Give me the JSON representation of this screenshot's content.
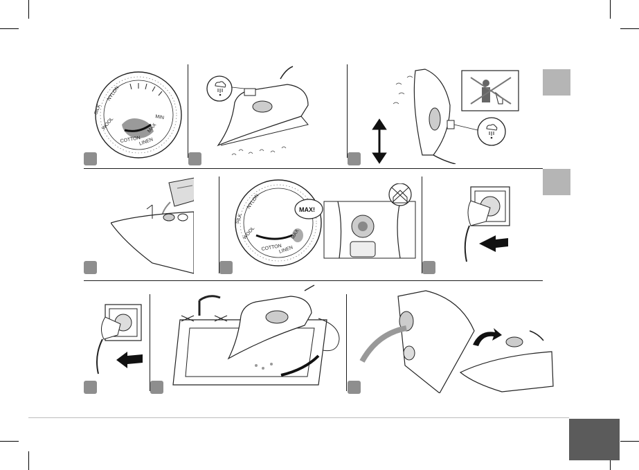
{
  "dial_1": {
    "labels": [
      "NYLON",
      "SILK",
      "WOOL",
      "COTTON",
      "LINEN",
      "MAX",
      "MIN"
    ]
  },
  "dial_2": {
    "labels": [
      "NYLON",
      "SILK",
      "WOOL",
      "COTTON",
      "LINEN",
      "MAX"
    ],
    "callout": "MAX!"
  },
  "colors": {
    "marker": "#8e8e8e",
    "side_tab": "#b5b5b5",
    "page_tab": "#5b5b5b",
    "line": "#1a1a1a"
  },
  "icons": [
    "steam-icon",
    "no-vertical-steam-on-person-icon",
    "no-steam-house-icon",
    "double-arrow-icon",
    "push-arrow-icon",
    "pull-arrow-icon",
    "rotate-arrow-icon"
  ]
}
